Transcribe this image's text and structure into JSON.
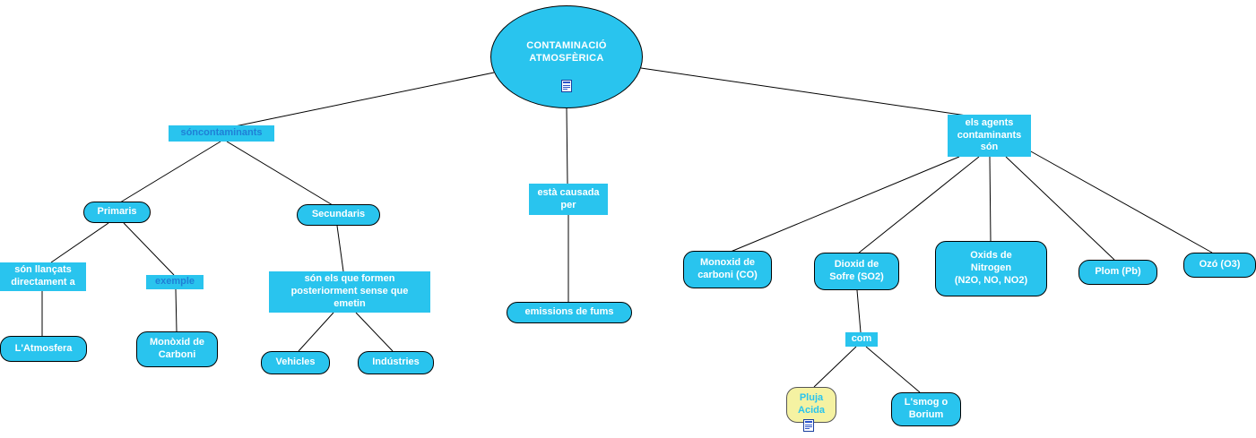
{
  "colors": {
    "node_fill": "#29C4EE",
    "node_text": "#FFFFFF",
    "linking_blue_text": "#1F7FD6",
    "yellow_fill": "#F5F2A2",
    "yellow_text": "#29C4EE",
    "line": "#000000"
  },
  "root": {
    "label": "CONTAMINACIÓ\nATMOSFÈRICA"
  },
  "icons": {
    "root": "resource-icon",
    "pluja_acida": "resource-icon"
  },
  "linking": {
    "son_contaminants": "sóncontaminants",
    "esta_causada_per": "està causada\nper",
    "els_agents": "els agents\ncontaminants\nsón",
    "son_llancats": "són llançats\ndirectament a",
    "exemple": "exemple",
    "son_els_que": "són els que formen\nposteriorment sense que\nemetin",
    "com": "com"
  },
  "concepts": {
    "primaris": "Primaris",
    "secundaris": "Secundaris",
    "atmosfera": "L'Atmosfera",
    "monoxid_carboni": "Monòxid de\nCarboni",
    "vehicles": "Vehicles",
    "industries": "Indústries",
    "emissions": "emissions de fums",
    "monoxid_co": "Monoxid de\ncarboni (CO)",
    "dioxid_so2": "Dioxid de\nSofre (SO2)",
    "oxids_nitrogen": "Oxids de\nNitrogen\n(N2O, NO, NO2)",
    "plom": "Plom (Pb)",
    "ozo": "Ozó (O3)",
    "pluja_acida": "Pluja\nAcida",
    "smog": "L'smog o\nBorium"
  },
  "edges": [
    {
      "from": "contaminacio-atmosferica",
      "to": "soncontaminants"
    },
    {
      "from": "contaminacio-atmosferica",
      "to": "esta-causada-per"
    },
    {
      "from": "contaminacio-atmosferica",
      "to": "els-agents-contaminants-son"
    },
    {
      "from": "soncontaminants",
      "to": "primaris"
    },
    {
      "from": "soncontaminants",
      "to": "secundaris"
    },
    {
      "from": "primaris",
      "to": "son-llancats-directament-a"
    },
    {
      "from": "primaris",
      "to": "exemple"
    },
    {
      "from": "son-llancats-directament-a",
      "to": "atmosfera"
    },
    {
      "from": "exemple",
      "to": "monoxid-de-carboni"
    },
    {
      "from": "secundaris",
      "to": "son-els-que-formen"
    },
    {
      "from": "son-els-que-formen",
      "to": "vehicles"
    },
    {
      "from": "son-els-que-formen",
      "to": "industries"
    },
    {
      "from": "esta-causada-per",
      "to": "emissions-de-fums"
    },
    {
      "from": "els-agents-contaminants-son",
      "to": "monoxid-de-carboni-co"
    },
    {
      "from": "els-agents-contaminants-son",
      "to": "dioxid-de-sofre-so2"
    },
    {
      "from": "els-agents-contaminants-son",
      "to": "oxids-de-nitrogen"
    },
    {
      "from": "els-agents-contaminants-son",
      "to": "plom-pb"
    },
    {
      "from": "els-agents-contaminants-son",
      "to": "ozo-o3"
    },
    {
      "from": "dioxid-de-sofre-so2",
      "to": "com"
    },
    {
      "from": "com",
      "to": "pluja-acida"
    },
    {
      "from": "com",
      "to": "smog-o-borium"
    }
  ]
}
